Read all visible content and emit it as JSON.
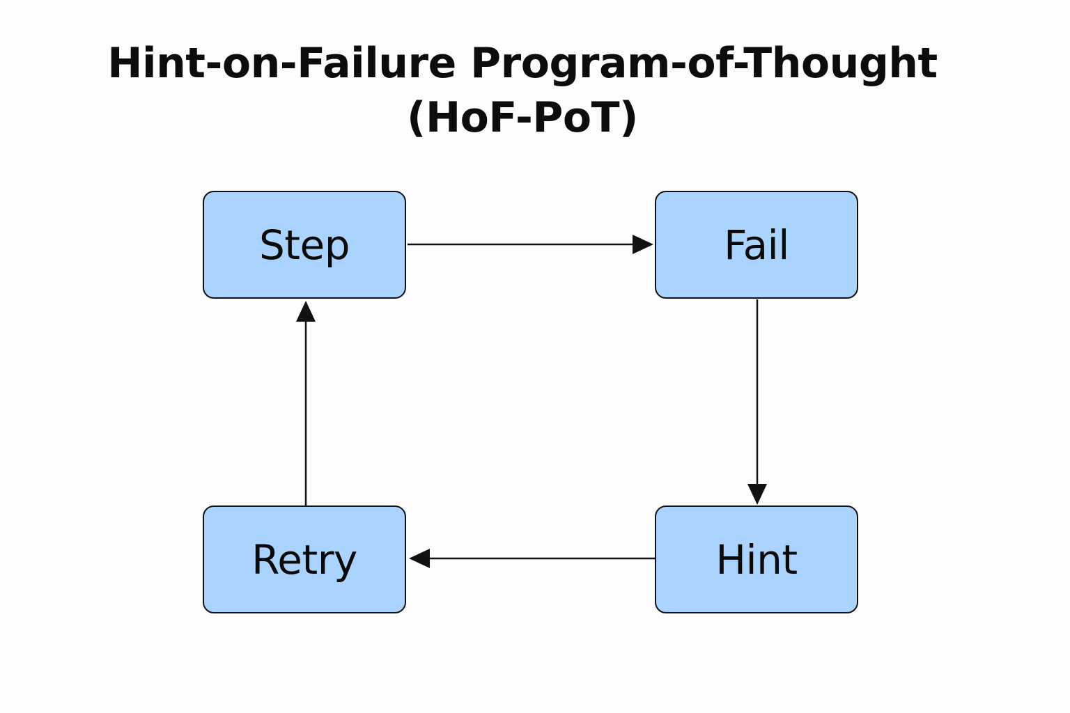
{
  "title": {
    "line1": "Hint-on-Failure Program-of-Thought",
    "line2": "(HoF-PoT)"
  },
  "nodes": {
    "step": "Step",
    "fail": "Fail",
    "hint": "Hint",
    "retry": "Retry"
  },
  "edges": [
    {
      "from": "Step",
      "to": "Fail"
    },
    {
      "from": "Fail",
      "to": "Hint"
    },
    {
      "from": "Hint",
      "to": "Retry"
    },
    {
      "from": "Retry",
      "to": "Step"
    }
  ],
  "colors": {
    "node_fill": "#aad4fd",
    "node_border": "#111111",
    "background": "#fdfdfd",
    "text": "#0a0a0a"
  }
}
